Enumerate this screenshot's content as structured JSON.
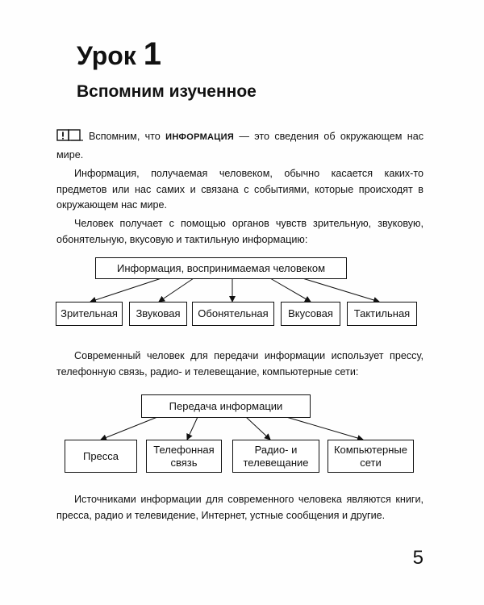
{
  "header": {
    "lesson_word": "Урок",
    "lesson_number": "1",
    "subtitle": "Вспомним изученное"
  },
  "intro": {
    "text_before": "Вспомним, что ",
    "bold_term": "ИНФОРМАЦИЯ",
    "text_after": " — это сведения об окружающем нас мире."
  },
  "paragraphs": [
    "Информация, получаемая человеком, обычно касается каких-то предметов или нас самих и связана с событиями, которые происходят в окружающем нас мире.",
    "Человек получает с помощью органов чувств зрительную, звуковую, обонятельную, вкусовую и тактильную информацию:",
    "Современный человек для передачи информации использует прессу, телефонную связь, радио- и телевещание, компьютерные сети:",
    "Источниками информации для современного человека являются книги, пресса, радио и телевидение, Интернет, устные сообщения и другие."
  ],
  "diagram1": {
    "root": "Информация, воспринимаемая человеком",
    "children": [
      "Зрительная",
      "Звуковая",
      "Обонятельная",
      "Вкусовая",
      "Тактильная"
    ]
  },
  "diagram2": {
    "root": "Передача информации",
    "children": [
      "Пресса",
      "Телефонная связь",
      "Радио- и телевещание",
      "Компьютерные сети"
    ]
  },
  "icons": {
    "note": "open-book-exclamation-icon"
  },
  "page_number": "5"
}
